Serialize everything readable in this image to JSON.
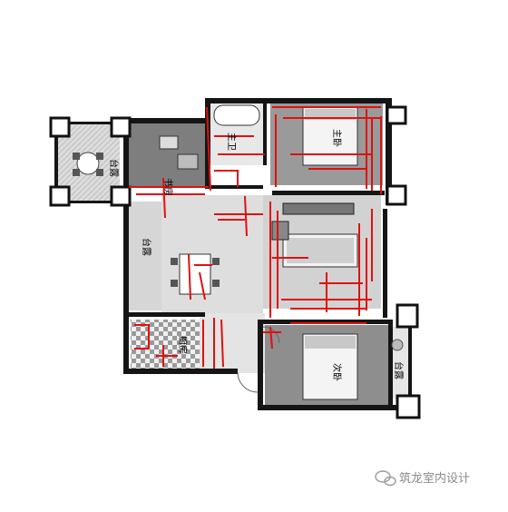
{
  "plan": {
    "rooms": {
      "balcony_top_left": "台露",
      "study": "书房",
      "master_bath": "主卫",
      "master_bedroom": "主卧",
      "balcony_left": "台露",
      "kitchen": "厨房",
      "second_bedroom": "次卧",
      "balcony_right": "台露"
    }
  },
  "watermark": {
    "text": "筑龙室内设计"
  },
  "colors": {
    "wall": "#151515",
    "floor": "#d9d9d9",
    "annotation": "#e01010",
    "accent_room": "#8a8a8a"
  }
}
